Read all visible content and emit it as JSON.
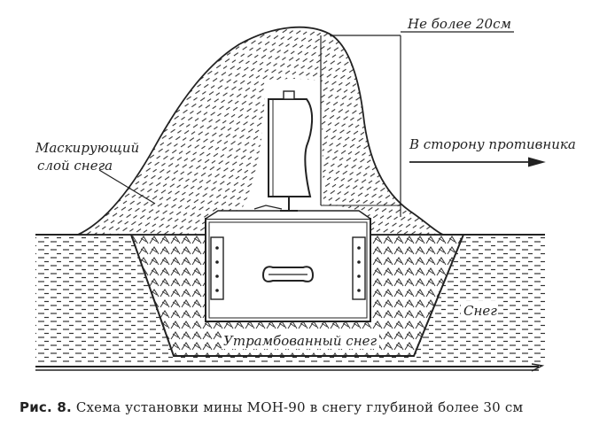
{
  "labels": {
    "max_height": "Не более 20см",
    "direction": "В сторону противника",
    "masking_layer_line1": "Маскирующий",
    "masking_layer_line2": "слой снега",
    "compacted_snow": "Утрамбованный снег",
    "snow": "Снег"
  },
  "caption": {
    "figure": "Рис. 8.",
    "text": "Схема установки мины МОН-90 в снегу глубиной более 30 см"
  },
  "colors": {
    "ink": "#222222",
    "paper": "#ffffff"
  }
}
